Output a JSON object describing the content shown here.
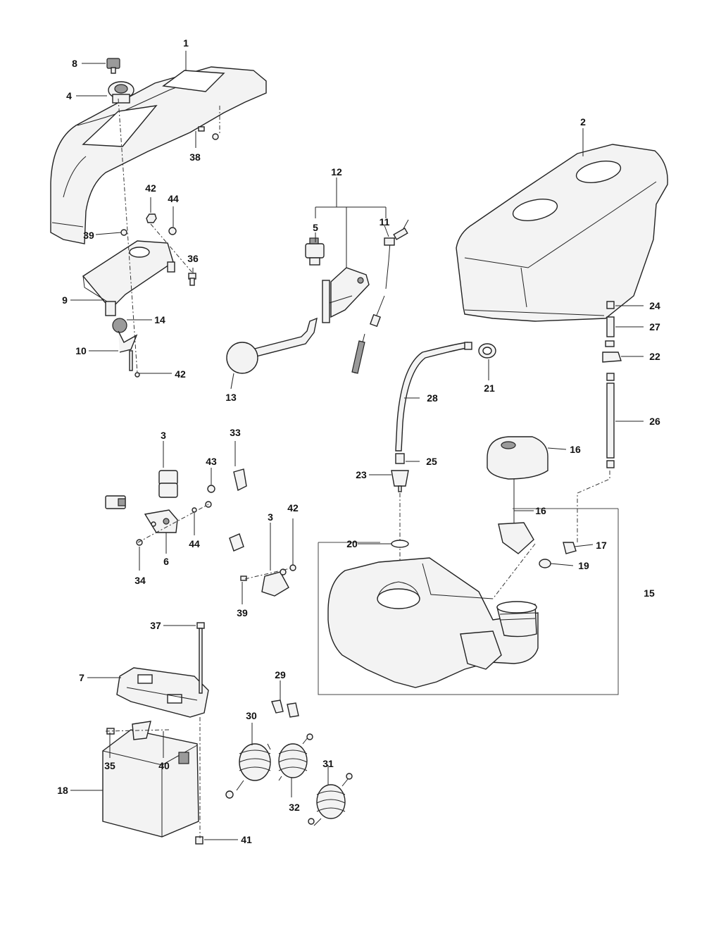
{
  "diagram": {
    "type": "exploded-parts-view",
    "callouts": [
      "1",
      "2",
      "3",
      "3",
      "4",
      "5",
      "6",
      "7",
      "8",
      "9",
      "10",
      "11",
      "12",
      "13",
      "14",
      "15",
      "16",
      "16",
      "17",
      "18",
      "19",
      "20",
      "21",
      "22",
      "23",
      "24",
      "25",
      "26",
      "27",
      "28",
      "29",
      "30",
      "31",
      "32",
      "33",
      "34",
      "35",
      "36",
      "37",
      "38",
      "39",
      "39",
      "40",
      "41",
      "42",
      "42",
      "42",
      "43",
      "44",
      "44"
    ]
  }
}
